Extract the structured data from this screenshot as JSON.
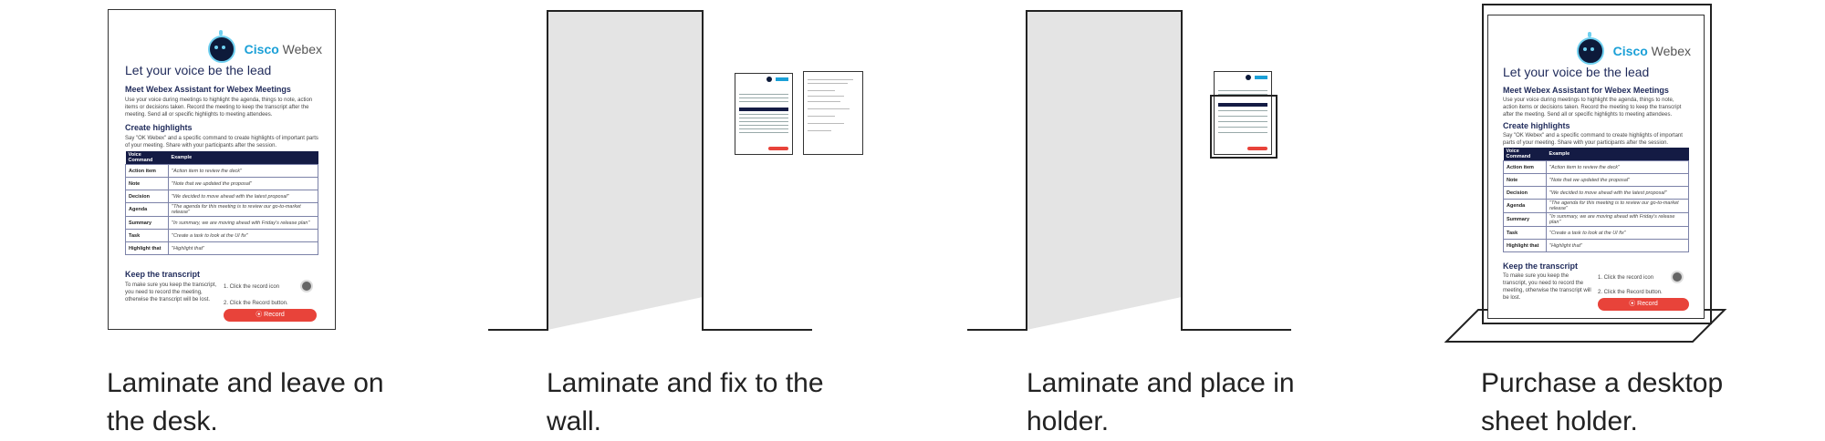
{
  "card": {
    "brand_prefix": "Cisco",
    "brand_name": "Webex",
    "title": "Let your voice be the lead",
    "subtitle": "Meet Webex Assistant for Webex Meetings",
    "intro": "Use your voice during meetings to highlight the agenda, things to note, action items or decisions taken. Record the meeting to keep the transcript after the meeting. Send all or specific highlights to meeting attendees.",
    "highlights_title": "Create highlights",
    "highlights_body": "Say \"OK Webex\" and a specific command to create highlights of important parts of your meeting. Share with your participants after the session.",
    "table_headers": [
      "Voice Command",
      "Example"
    ],
    "table_rows": [
      [
        "Action item",
        "\"Action item to review the deck\""
      ],
      [
        "Note",
        "\"Note that we updated the proposal\""
      ],
      [
        "Decision",
        "\"We decided to move ahead with the latest proposal\""
      ],
      [
        "Agenda",
        "\"The agenda for this meeting is to review our go-to-market release\""
      ],
      [
        "Summary",
        "\"In summary, we are moving ahead with Friday's release plan\""
      ],
      [
        "Task",
        "\"Create a task to look at the UI fix\""
      ],
      [
        "Highlight that",
        "\"Highlight that\""
      ]
    ],
    "transcript_title": "Keep the transcript",
    "transcript_body": "To make sure you keep the transcript, you need to record the meeting, otherwise the transcript will be lost.",
    "step1": "1. Click the record icon",
    "step2": "2. Click the Record button.",
    "record_label": "⦿ Record"
  },
  "captions": [
    "Laminate and leave on the desk.",
    "Laminate and fix to the wall.",
    "Laminate and place in holder.",
    "Purchase a desktop sheet holder."
  ],
  "colors": {
    "accent": "#1ba0d7",
    "navy": "#141b44",
    "record": "#e8433a"
  }
}
